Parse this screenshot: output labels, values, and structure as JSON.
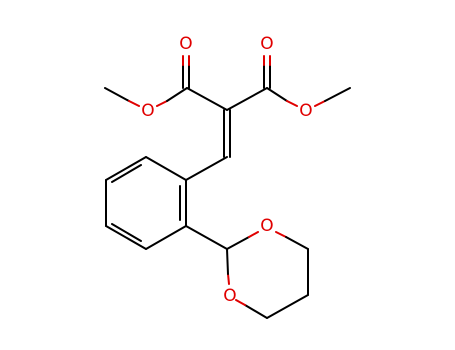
{
  "molecule": {
    "atoms": {
      "o_carbonyl_left": "O",
      "o_carbonyl_right": "O",
      "o_ester_left": "O",
      "o_ester_right": "O",
      "o_dioxane_top": "O",
      "o_dioxane_bottom": "O"
    },
    "colors": {
      "bond": "#000000",
      "oxygen": "#e00000",
      "background": "#ffffff"
    }
  }
}
